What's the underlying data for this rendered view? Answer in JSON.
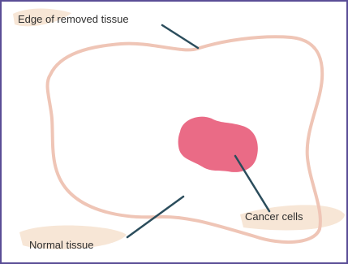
{
  "labels": {
    "edge_of_removed_tissue": "Edge of removed tissue",
    "cancer_cells": "Cancer cells",
    "normal_tissue": "Normal tissue"
  },
  "colors": {
    "frame_border": "#5a4d96",
    "tissue_outline": "#efc5b6",
    "cancer_region": "#ea6b86",
    "leader_line": "#2b4d5c",
    "label_highlight": "#f7e6d6"
  }
}
